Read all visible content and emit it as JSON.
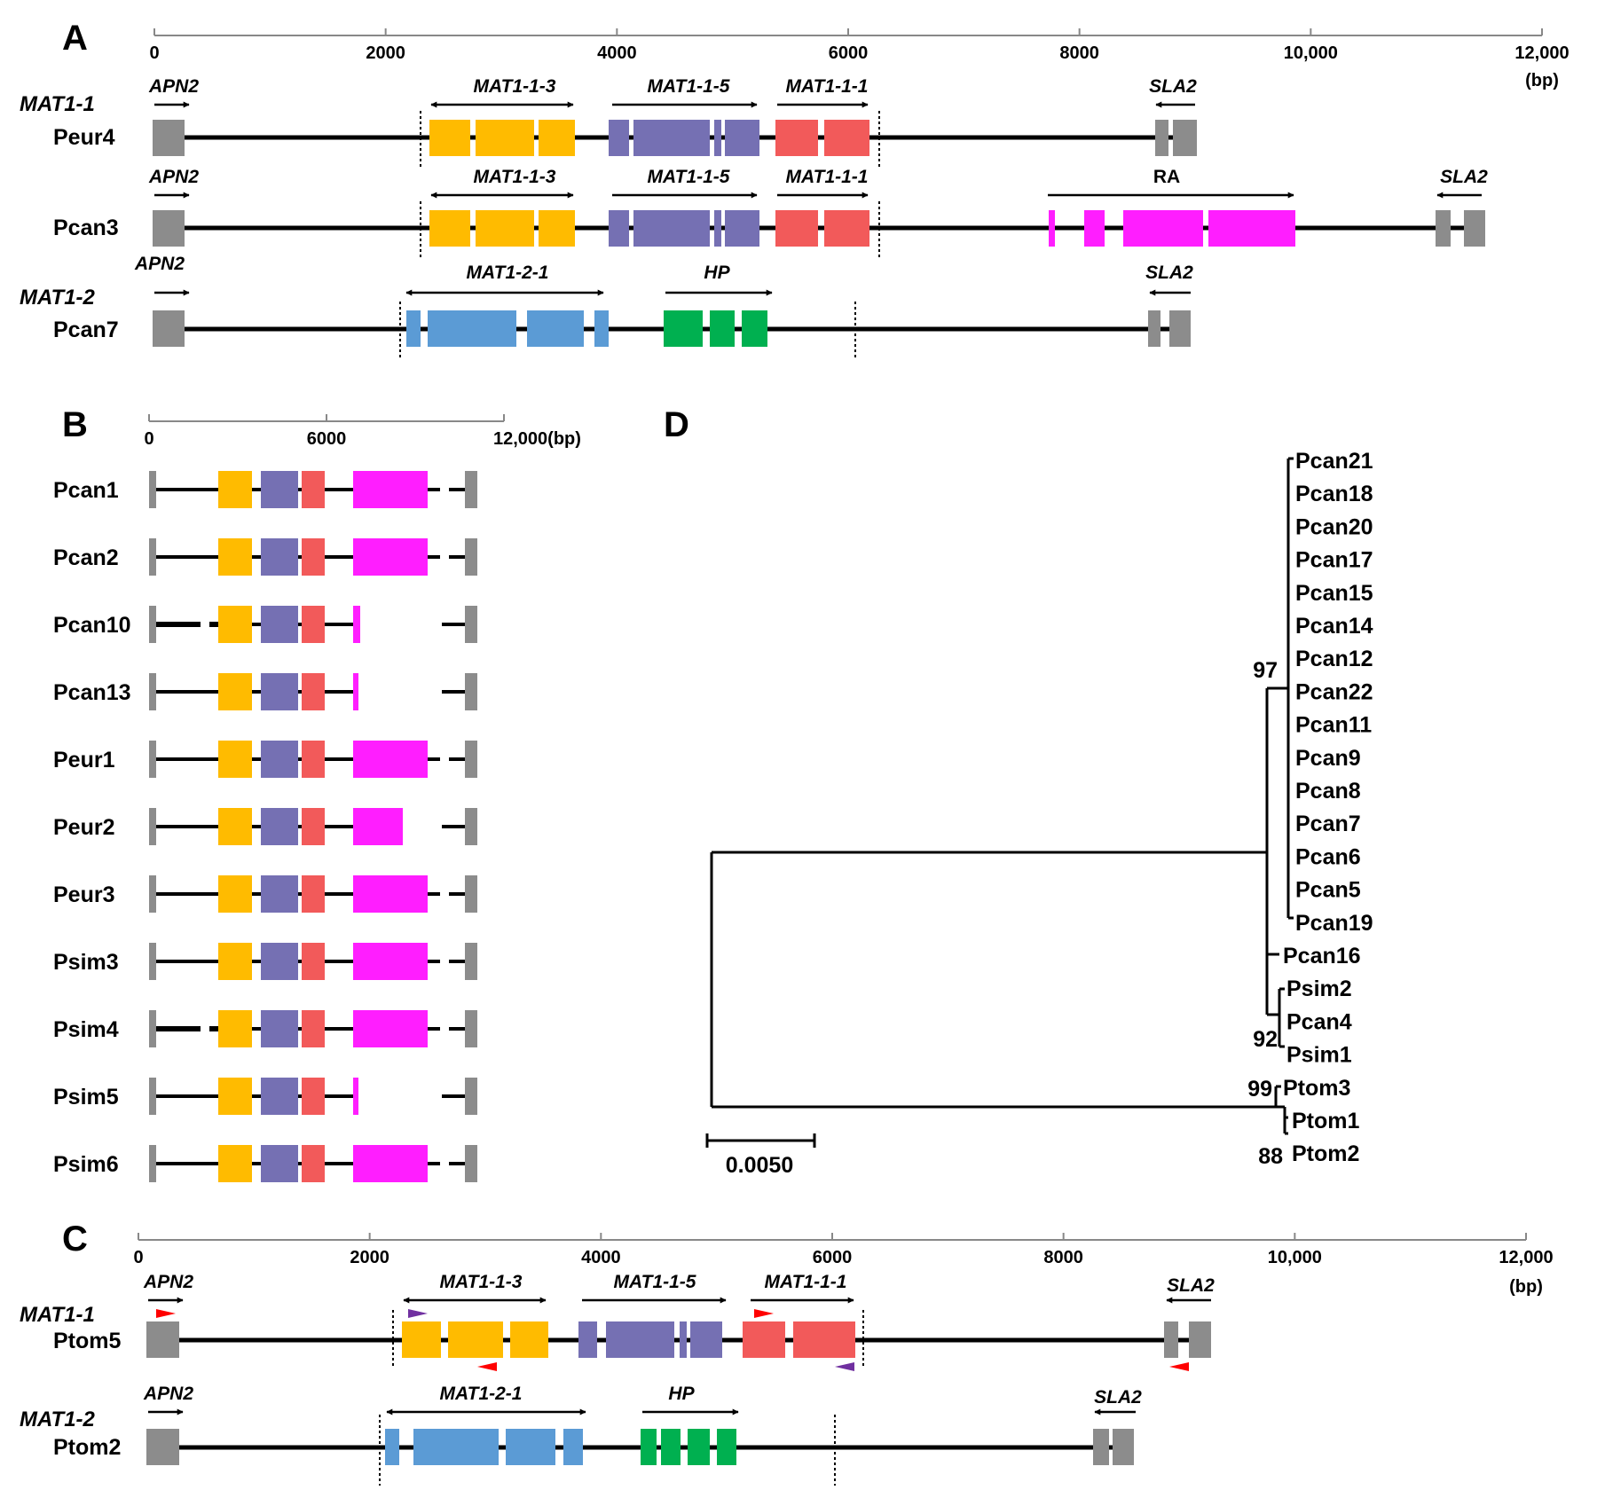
{
  "colors": {
    "flank": "#8c8c8c",
    "mat1_1_3": "#ffbb00",
    "mat1_1_5": "#7570b3",
    "mat1_1_1": "#f25a5a",
    "ra": "#ff1eff",
    "mat1_2_1": "#5b9bd5",
    "hp": "#00b050",
    "primer_red": "#ff0000",
    "primer_purple": "#7030a0"
  },
  "panelA": {
    "letter": "A",
    "scale_ticks": [
      "0",
      "2000",
      "4000",
      "6000",
      "8000",
      "10,000",
      "12,000"
    ],
    "scale_unit": "(bp)",
    "tick_values": [
      0,
      2000,
      4000,
      6000,
      8000,
      10000,
      12000
    ],
    "groups": [
      "MAT1-1",
      "MAT1-2"
    ],
    "rows": [
      {
        "label": "Peur4",
        "genes": [
          "APN2",
          "MAT1-1-3",
          "MAT1-1-5",
          "MAT1-1-1",
          "SLA2"
        ]
      },
      {
        "label": "Pcan3",
        "genes": [
          "APN2",
          "MAT1-1-3",
          "MAT1-1-5",
          "MAT1-1-1",
          "RA",
          "SLA2"
        ]
      },
      {
        "label": "Pcan7",
        "genes": [
          "APN2",
          "MAT1-2-1",
          "HP",
          "SLA2"
        ]
      }
    ]
  },
  "panelB": {
    "letter": "B",
    "scale_ticks": [
      "0",
      "6000",
      "12,000(bp)"
    ],
    "tick_values": [
      0,
      6000,
      12000
    ],
    "rows": [
      "Pcan1",
      "Pcan2",
      "Pcan10",
      "Pcan13",
      "Peur1",
      "Peur2",
      "Peur3",
      "Psim3",
      "Psim4",
      "Psim5",
      "Psim6"
    ]
  },
  "panelC": {
    "letter": "C",
    "scale_ticks": [
      "0",
      "2000",
      "4000",
      "6000",
      "8000",
      "10,000",
      "12,000"
    ],
    "scale_unit": "(bp)",
    "tick_values": [
      0,
      2000,
      4000,
      6000,
      8000,
      10000,
      12000
    ],
    "groups": [
      "MAT1-1",
      "MAT1-2"
    ],
    "rows": [
      {
        "label": "Ptom5",
        "genes": [
          "APN2",
          "MAT1-1-3",
          "MAT1-1-5",
          "MAT1-1-1",
          "SLA2"
        ]
      },
      {
        "label": "Ptom2",
        "genes": [
          "APN2",
          "MAT1-2-1",
          "HP",
          "SLA2"
        ]
      }
    ]
  },
  "panelD": {
    "letter": "D",
    "taxa": [
      "Pcan21",
      "Pcan18",
      "Pcan20",
      "Pcan17",
      "Pcan15",
      "Pcan14",
      "Pcan12",
      "Pcan22",
      "Pcan11",
      "Pcan9",
      "Pcan8",
      "Pcan7",
      "Pcan6",
      "Pcan5",
      "Pcan19",
      "Pcan16",
      "Psim2",
      "Pcan4",
      "Psim1",
      "Ptom3",
      "Ptom1",
      "Ptom2"
    ],
    "support_values": [
      "97",
      "92",
      "99",
      "88"
    ],
    "scale_bar_label": "0.0050",
    "scale_bar_value": 0.005
  }
}
